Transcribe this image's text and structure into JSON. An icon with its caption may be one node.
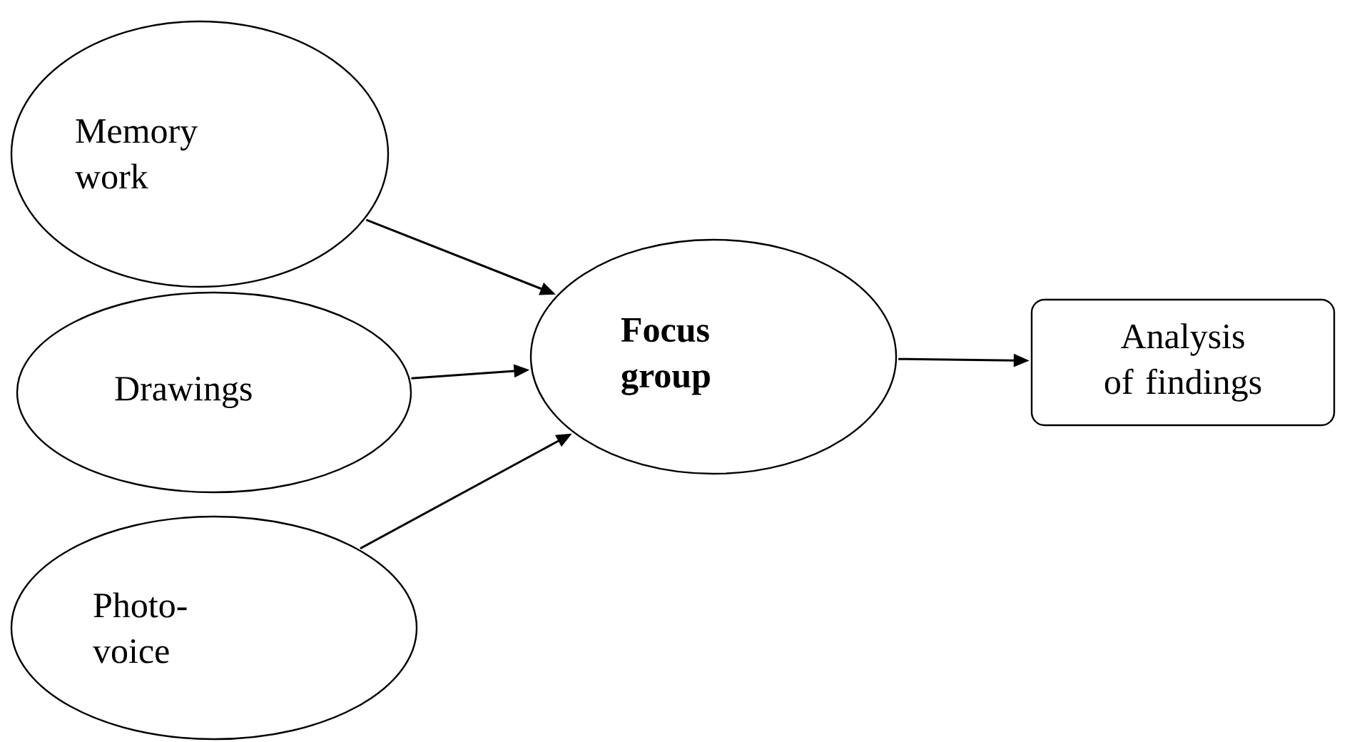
{
  "diagram": {
    "nodes": [
      {
        "text": [
          "Memory work"
        ]
      },
      {
        "text": [
          "Drawings"
        ]
      },
      {
        "text": [
          "Photo- voice"
        ]
      },
      {
        "text": [
          "Focus group"
        ]
      },
      {
        "text": [
          "Analysis of findings"
        ]
      }
    ],
    "edges": [
      {
        "from": 0,
        "to": 3,
        "arrow": "to"
      },
      {
        "from": 1,
        "to": 3,
        "arrow": "to"
      },
      {
        "from": 2,
        "to": 3,
        "arrow": "to"
      },
      {
        "from": 3,
        "to": 4,
        "arrow": "to"
      }
    ]
  }
}
